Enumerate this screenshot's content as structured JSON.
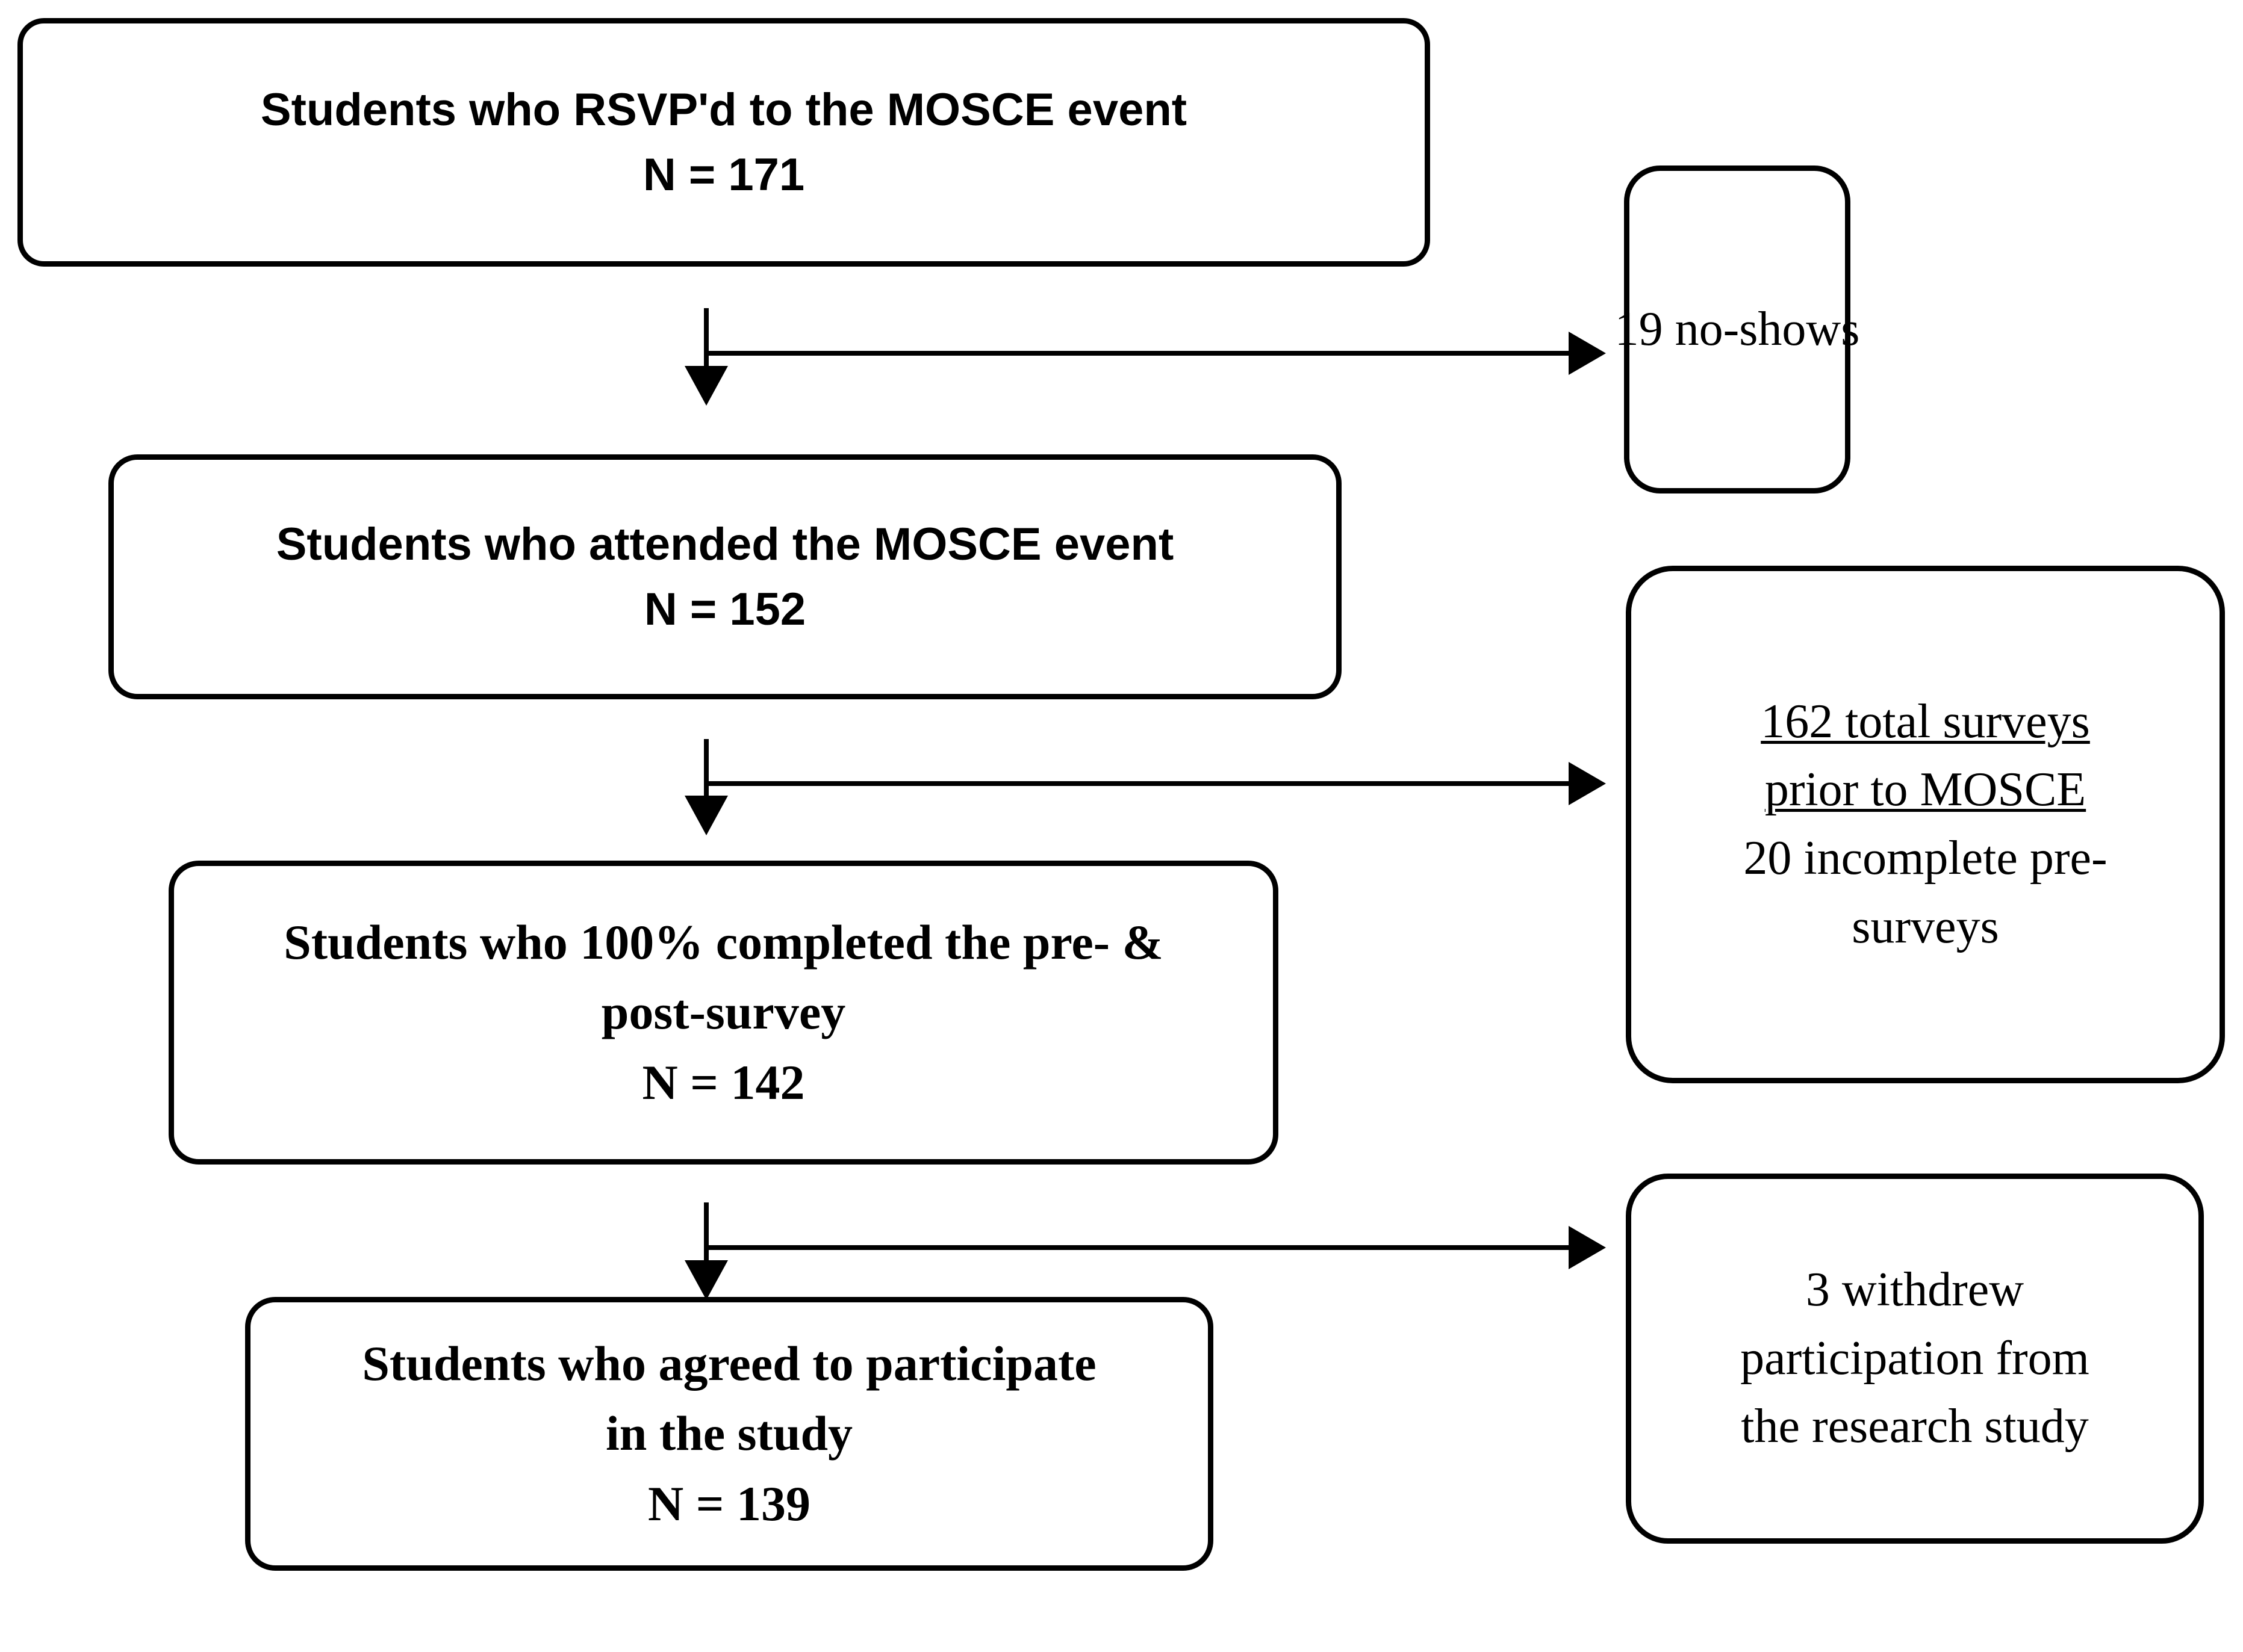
{
  "diagram": {
    "title": "MOSCE event participant flow diagram",
    "type": "flowchart",
    "colors": {
      "stroke": "#000000",
      "background": "#ffffff",
      "text": "#000000"
    }
  },
  "flow": {
    "nodes": [
      {
        "id": "rsvp",
        "line1": "Students who RSVP'd to the MOSCE event",
        "line2": "N = 171",
        "count": 171
      },
      {
        "id": "attended",
        "line1": "Students who attended the MOSCE event",
        "line2": "N = 152",
        "count": 152
      },
      {
        "id": "completed",
        "line1": "Students who 100% completed the pre- &",
        "line2": "post-survey",
        "line3": "N = 142",
        "count": 142
      },
      {
        "id": "agreed",
        "line1": "Students who agreed to participate",
        "line2": "in the study",
        "line3": "N = 139",
        "count": 139
      }
    ],
    "exclusions": [
      {
        "id": "no-shows",
        "line1": "19 no-shows",
        "count": 19
      },
      {
        "id": "surveys",
        "line1": "162 total surveys",
        "line2": "prior to MOSCE",
        "line3": "20 incomplete pre-",
        "line4": "surveys",
        "total_surveys": 162,
        "incomplete_pre_surveys": 20
      },
      {
        "id": "withdrew",
        "line1": "3 withdrew",
        "line2": "participation from",
        "line3": "the research study",
        "count": 3
      }
    ],
    "connectors": [
      {
        "id": "rsvp-to-attended",
        "from": "rsvp",
        "to": "attended",
        "branch_to": "no-shows"
      },
      {
        "id": "attended-to-completed",
        "from": "attended",
        "to": "completed",
        "branch_to": "surveys"
      },
      {
        "id": "completed-to-agreed",
        "from": "completed",
        "to": "agreed",
        "branch_to": "withdrew"
      }
    ]
  }
}
